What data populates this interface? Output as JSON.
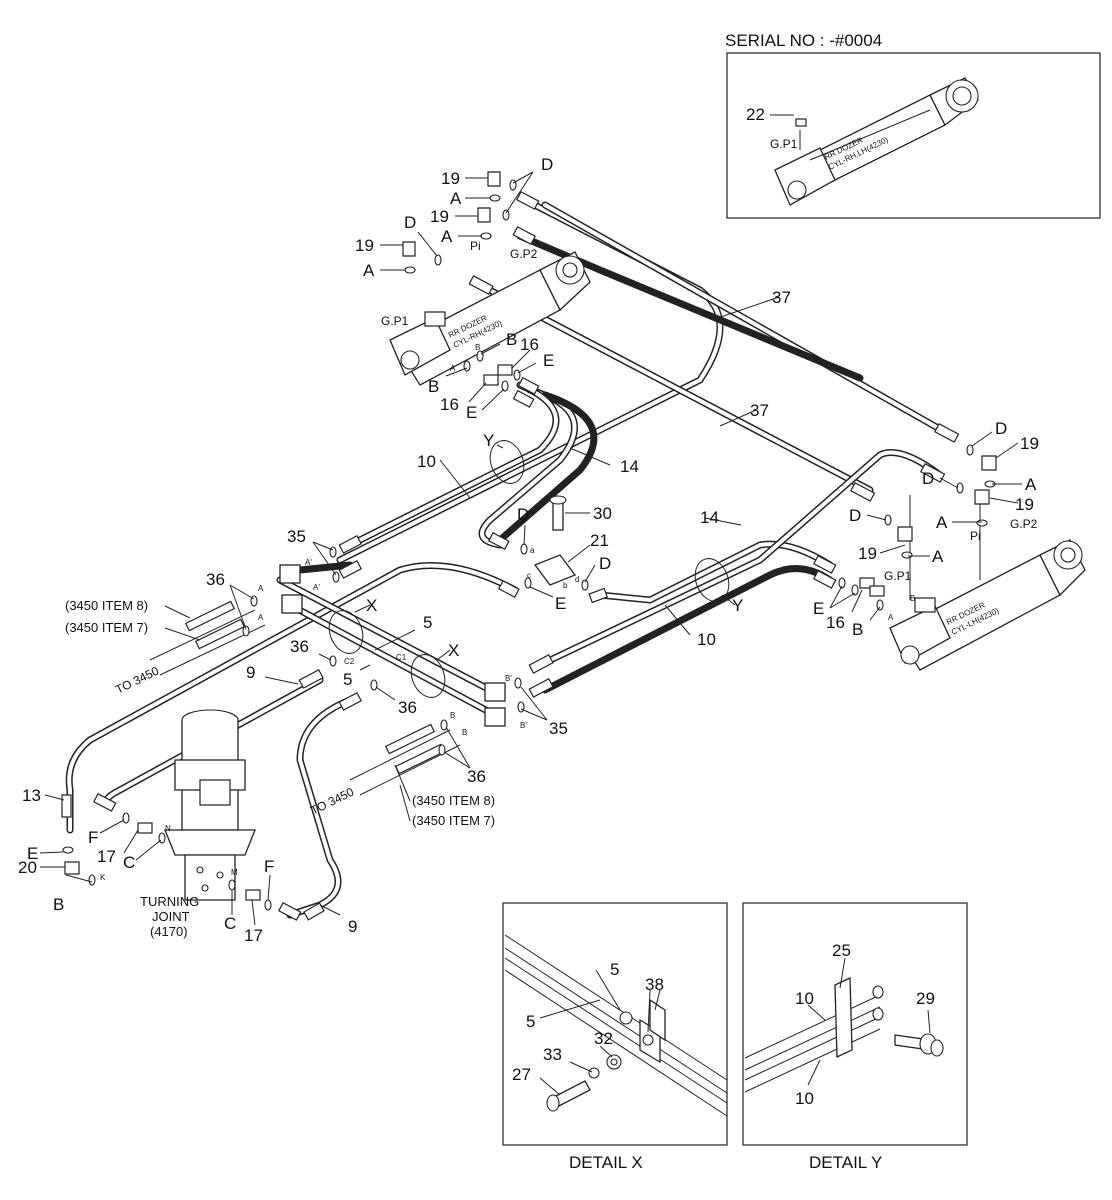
{
  "serial_box": {
    "title": "SERIAL NO : -#0004",
    "part": "22",
    "port": "G.P1",
    "cyl_line1": "RR DOZER",
    "cyl_line2": "CYL-RH,LH(4230)"
  },
  "cyl_rh": {
    "line1": "RR DOZER",
    "line2": "CYL-RH(4230)",
    "gp1": "G.P1",
    "gp2": "G.P2",
    "pi": "Pi",
    "a": "A",
    "b": "B"
  },
  "cyl_lh": {
    "line1": "RR DOZER",
    "line2": "CYL-LH(4230)",
    "gp1": "G.P1",
    "gp2": "G.P2",
    "pi": "Pi",
    "a": "A",
    "b": "B"
  },
  "refs": {
    "item8_upper": "(3450 ITEM 8)",
    "item7_upper": "(3450 ITEM 7)",
    "to3450_upper": "TO 3450",
    "item8_lower": "(3450 ITEM 8)",
    "item7_lower": "(3450 ITEM 7)",
    "to3450_lower": "TO 3450",
    "turning_joint_1": "TURNING",
    "turning_joint_2": "JOINT",
    "turning_joint_3": "(4170)"
  },
  "port_marks": {
    "a": "a",
    "b": "b",
    "c": "c",
    "d": "d",
    "a_cap": "A",
    "a_prime": "A'",
    "b_cap": "B",
    "b_prime": "B'",
    "c1": "C1",
    "c2": "C2",
    "k": "K",
    "m": "M",
    "n": "N"
  },
  "callouts": {
    "c19a": "19",
    "ca1": "A",
    "cd1": "D",
    "c19b": "19",
    "ca2": "A",
    "c19c": "19",
    "ca3": "A",
    "cd2": "D",
    "cb1": "B",
    "c16a": "16",
    "ce1": "E",
    "cb2": "B",
    "c16b": "16",
    "ce2": "E",
    "c37a": "37",
    "c37b": "37",
    "c14a": "14",
    "c14b": "14",
    "c10a": "10",
    "c10b": "10",
    "cya": "Y",
    "cyb": "Y",
    "cxa": "X",
    "cxb": "X",
    "c30": "30",
    "cd3": "D",
    "c21": "21",
    "cd4": "D",
    "ce3": "E",
    "c35a": "35",
    "c35b": "35",
    "c36a": "36",
    "c36b": "36",
    "c36c": "36",
    "c36d": "36",
    "c5a": "5",
    "c5b": "5",
    "c9a": "9",
    "c9b": "9",
    "c13": "13",
    "cf1": "F",
    "c17a": "17",
    "cc1": "C",
    "ce4": "E",
    "c20": "20",
    "cb3": "B",
    "cc2": "C",
    "c17b": "17",
    "cf2": "F",
    "cd5": "D",
    "c19d": "19",
    "ca4": "A",
    "cd6": "D",
    "c19e": "19",
    "ca5": "A",
    "cd7": "D",
    "c19f": "19",
    "ca6": "A",
    "ce5": "E",
    "c16c": "16",
    "cb4": "B"
  },
  "detail_x": {
    "title": "DETAIL  X",
    "p5a": "5",
    "p5b": "5",
    "p38": "38",
    "p32": "32",
    "p33": "33",
    "p27": "27"
  },
  "detail_y": {
    "title": "DETAIL  Y",
    "p25": "25",
    "p10a": "10",
    "p10b": "10",
    "p29": "29"
  }
}
